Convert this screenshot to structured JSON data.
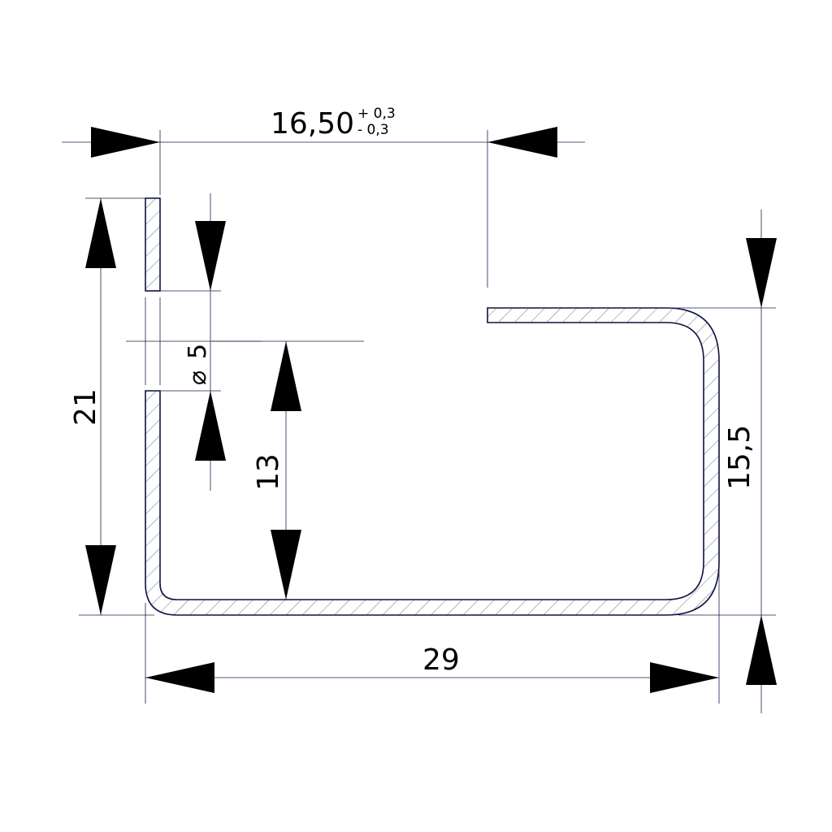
{
  "drawing": {
    "line_color": "#1a1f4d",
    "outline_color": "#0c1340",
    "arrow_color": "#000000",
    "hatch_color": "#6a6f88"
  },
  "dimensions": {
    "top_width": {
      "value": "16,50",
      "tol_plus": "+ 0,3",
      "tol_minus": "- 0,3"
    },
    "left_height": {
      "value": "21"
    },
    "slot_diameter": {
      "symbol": "⌀",
      "value": "5"
    },
    "slot_height": {
      "value": "13"
    },
    "right_height": {
      "value": "15,5"
    },
    "bottom_width": {
      "value": "29"
    }
  }
}
